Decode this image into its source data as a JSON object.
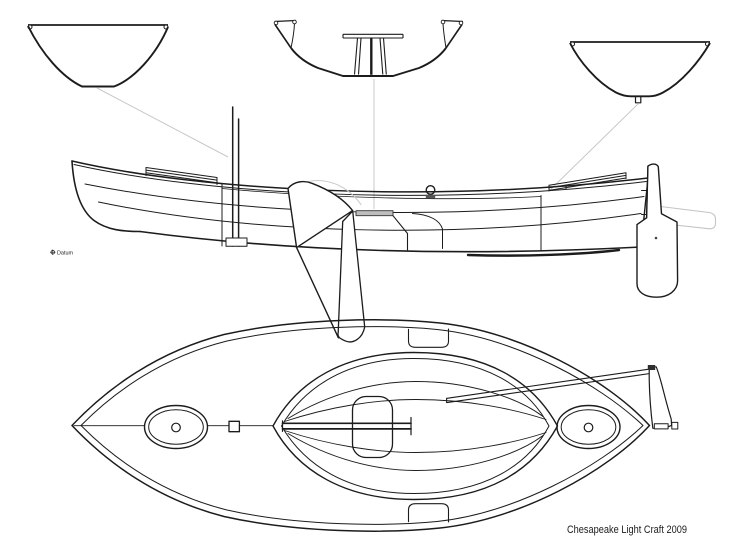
{
  "page": {
    "background": "#ffffff",
    "line_color": "#1c1c1c",
    "leader_line_color": "#c8c8c8",
    "hidden_line_color": "#c4c4c4"
  },
  "drawing": {
    "credit": "Chesapeake Light Craft 2009",
    "datum_label": "Datum",
    "views": {
      "section_forward": "forward-hull-cross-section",
      "section_midship": "midship-hull-cross-section-with-trunk",
      "section_aft": "aft-hull-cross-section-with-skeg",
      "profile": "side-elevation-sailing-canoe",
      "plan": "deck-plan-view"
    },
    "profile_parts": [
      "mast",
      "leeboard",
      "rudder",
      "tiller",
      "deck-ring",
      "datum-marker"
    ],
    "plan_parts": [
      "fore-hatch",
      "mast-step-square",
      "cockpit-coaming",
      "trunk-bar",
      "seat",
      "aft-hatch",
      "tiller",
      "rudder-head"
    ]
  }
}
